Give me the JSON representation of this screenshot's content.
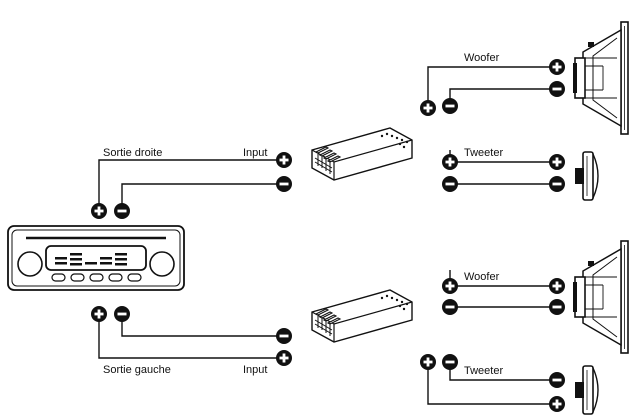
{
  "labels": {
    "right_output": "Sortie droite",
    "left_output": "Sortie gauche",
    "input": "Input",
    "woofer": "Woofer",
    "tweeter": "Tweeter"
  },
  "colors": {
    "line": "#111111",
    "fill": "#ffffff"
  },
  "icons": {
    "plus": "plus-terminal-icon",
    "minus": "minus-terminal-icon"
  }
}
